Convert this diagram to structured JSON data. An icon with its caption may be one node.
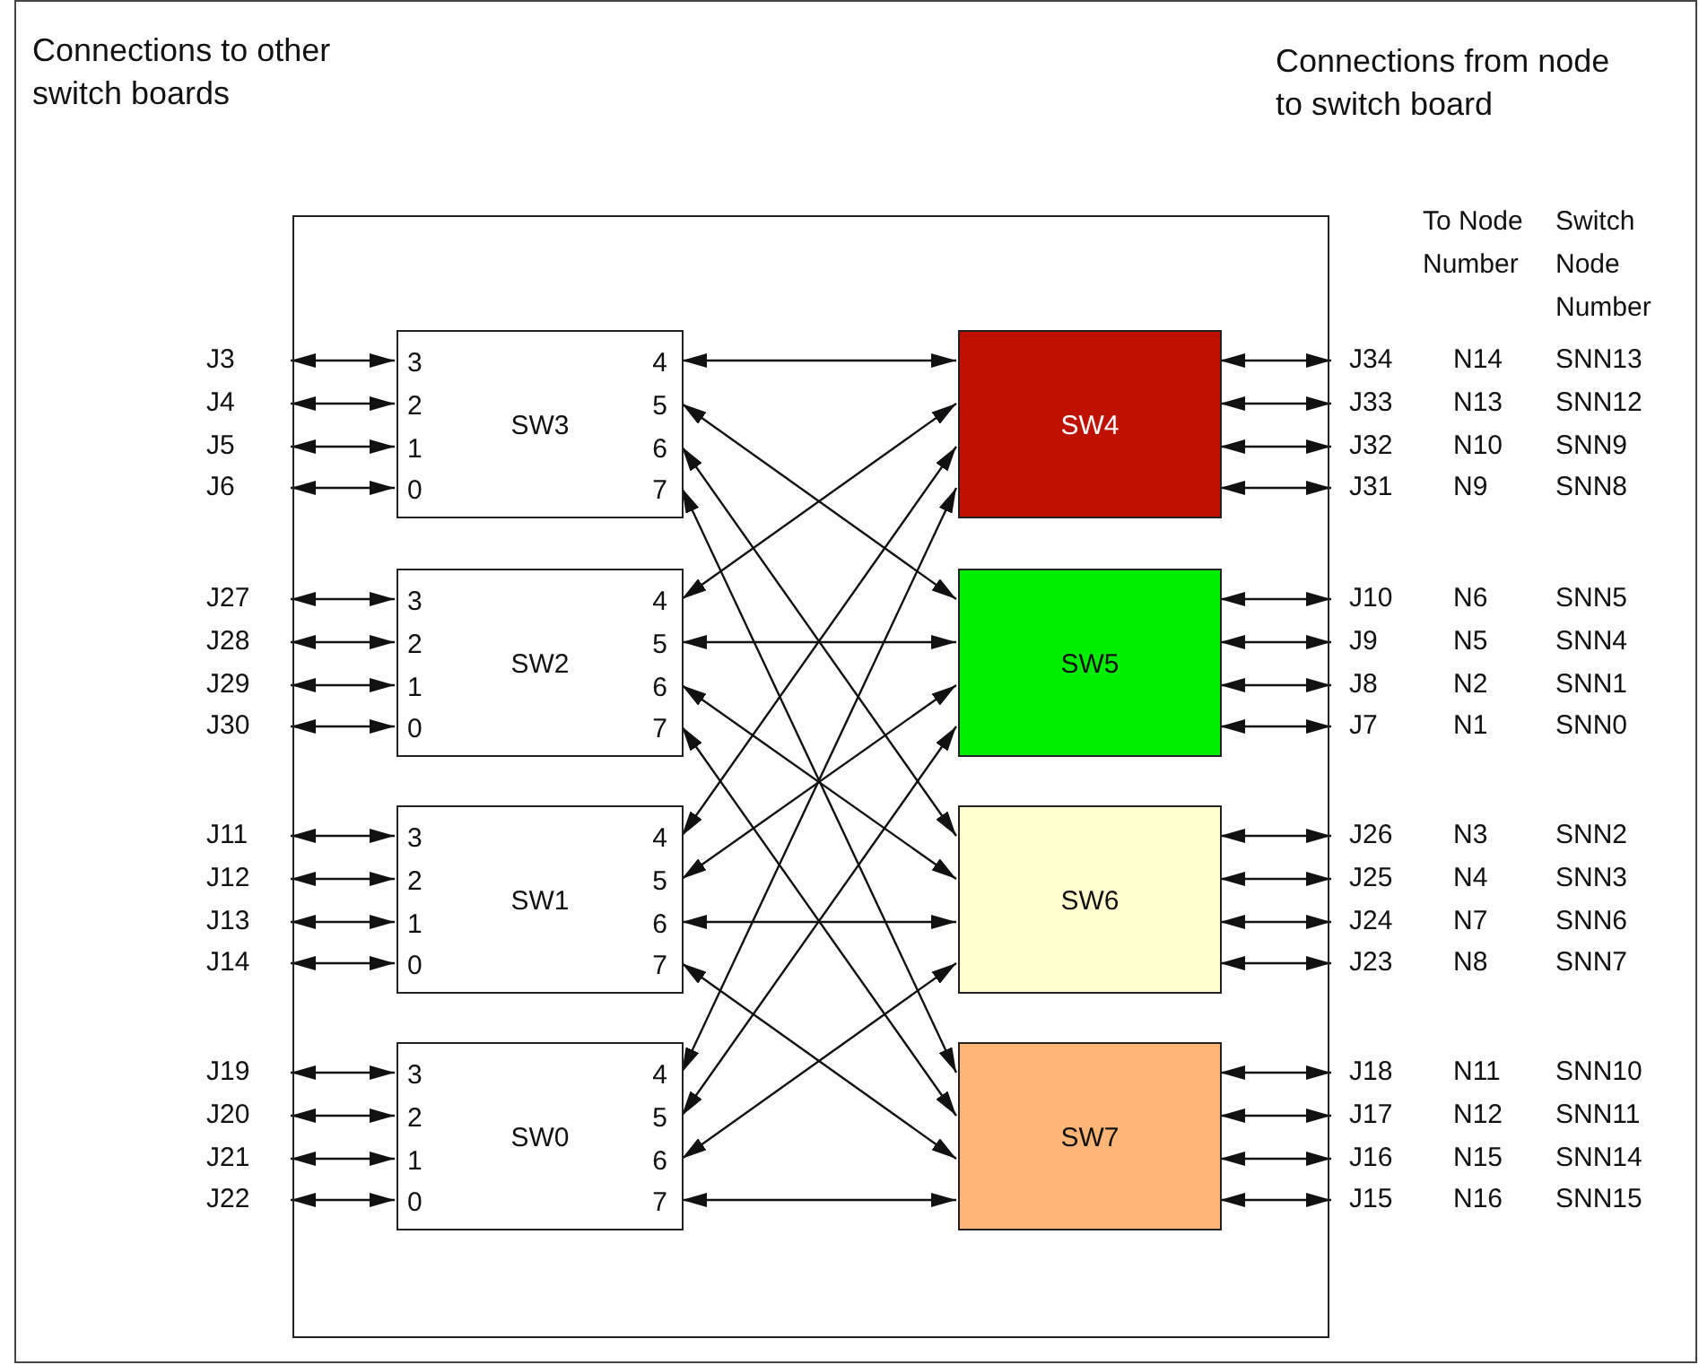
{
  "diagram": {
    "nodes": [
      {
        "text": [],
        "shape": "box"
      },
      {
        "text": [
          "SW3",
          "3",
          "2",
          "1",
          "0",
          "4",
          "5",
          "6",
          "7"
        ],
        "in": 0
      },
      {
        "text": [
          "SW2",
          "3",
          "2",
          "1",
          "0",
          "4",
          "5",
          "6",
          "7"
        ],
        "in": 0
      },
      {
        "text": [
          "SW1",
          "3",
          "2",
          "1",
          "0",
          "4",
          "5",
          "6",
          "7"
        ],
        "in": 0
      },
      {
        "text": [
          "SW0",
          "3",
          "2",
          "1",
          "0",
          "4",
          "5",
          "6",
          "7"
        ],
        "in": 0
      },
      {
        "text": [
          "SW4"
        ],
        "in": 0
      },
      {
        "text": [
          "SW5"
        ],
        "in": 0
      },
      {
        "text": [
          "SW6"
        ],
        "in": 0
      },
      {
        "text": [
          "SW7"
        ],
        "in": 0
      },
      {
        "text": [
          "J3"
        ]
      },
      {
        "text": [
          "J4"
        ]
      },
      {
        "text": [
          "J5"
        ]
      },
      {
        "text": [
          "J6"
        ]
      },
      {
        "text": [
          "J27"
        ]
      },
      {
        "text": [
          "J28"
        ]
      },
      {
        "text": [
          "J29"
        ]
      },
      {
        "text": [
          "J30"
        ]
      },
      {
        "text": [
          "J11"
        ]
      },
      {
        "text": [
          "J12"
        ]
      },
      {
        "text": [
          "J13"
        ]
      },
      {
        "text": [
          "J14"
        ]
      },
      {
        "text": [
          "J19"
        ]
      },
      {
        "text": [
          "J20"
        ]
      },
      {
        "text": [
          "J21"
        ]
      },
      {
        "text": [
          "J22"
        ]
      },
      {
        "text": [
          "J34"
        ]
      },
      {
        "text": [
          "J33"
        ]
      },
      {
        "text": [
          "J32"
        ]
      },
      {
        "text": [
          "J31"
        ]
      },
      {
        "text": [
          "J10"
        ]
      },
      {
        "text": [
          "J9"
        ]
      },
      {
        "text": [
          "J8"
        ]
      },
      {
        "text": [
          "J7"
        ]
      },
      {
        "text": [
          "J26"
        ]
      },
      {
        "text": [
          "J25"
        ]
      },
      {
        "text": [
          "J24"
        ]
      },
      {
        "text": [
          "J23"
        ]
      },
      {
        "text": [
          "J18"
        ]
      },
      {
        "text": [
          "J17"
        ]
      },
      {
        "text": [
          "J16"
        ]
      },
      {
        "text": [
          "J15"
        ]
      }
    ],
    "edges": [
      {
        "from": 9,
        "to": 1,
        "arrow": "both"
      },
      {
        "from": 10,
        "to": 1,
        "arrow": "both"
      },
      {
        "from": 11,
        "to": 1,
        "arrow": "both"
      },
      {
        "from": 12,
        "to": 1,
        "arrow": "both"
      },
      {
        "from": 13,
        "to": 2,
        "arrow": "both"
      },
      {
        "from": 14,
        "to": 2,
        "arrow": "both"
      },
      {
        "from": 15,
        "to": 2,
        "arrow": "both"
      },
      {
        "from": 16,
        "to": 2,
        "arrow": "both"
      },
      {
        "from": 17,
        "to": 3,
        "arrow": "both"
      },
      {
        "from": 18,
        "to": 3,
        "arrow": "both"
      },
      {
        "from": 19,
        "to": 3,
        "arrow": "both"
      },
      {
        "from": 20,
        "to": 3,
        "arrow": "both"
      },
      {
        "from": 21,
        "to": 4,
        "arrow": "both"
      },
      {
        "from": 22,
        "to": 4,
        "arrow": "both"
      },
      {
        "from": 23,
        "to": 4,
        "arrow": "both"
      },
      {
        "from": 24,
        "to": 4,
        "arrow": "both"
      },
      {
        "from": 1,
        "to": 5,
        "arrow": "both"
      },
      {
        "from": 1,
        "to": 6,
        "arrow": "both"
      },
      {
        "from": 1,
        "to": 7,
        "arrow": "both"
      },
      {
        "from": 1,
        "to": 8,
        "arrow": "both"
      },
      {
        "from": 2,
        "to": 5,
        "arrow": "both"
      },
      {
        "from": 2,
        "to": 6,
        "arrow": "both"
      },
      {
        "from": 2,
        "to": 7,
        "arrow": "both"
      },
      {
        "from": 2,
        "to": 8,
        "arrow": "both"
      },
      {
        "from": 3,
        "to": 5,
        "arrow": "both"
      },
      {
        "from": 3,
        "to": 6,
        "arrow": "both"
      },
      {
        "from": 3,
        "to": 7,
        "arrow": "both"
      },
      {
        "from": 3,
        "to": 8,
        "arrow": "both"
      },
      {
        "from": 4,
        "to": 5,
        "arrow": "both"
      },
      {
        "from": 4,
        "to": 6,
        "arrow": "both"
      },
      {
        "from": 4,
        "to": 7,
        "arrow": "both"
      },
      {
        "from": 4,
        "to": 8,
        "arrow": "both"
      },
      {
        "from": 5,
        "to": 25,
        "arrow": "both"
      },
      {
        "from": 5,
        "to": 26,
        "arrow": "both"
      },
      {
        "from": 5,
        "to": 27,
        "arrow": "both"
      },
      {
        "from": 5,
        "to": 28,
        "arrow": "both"
      },
      {
        "from": 6,
        "to": 29,
        "arrow": "both"
      },
      {
        "from": 6,
        "to": 30,
        "arrow": "both"
      },
      {
        "from": 6,
        "to": 31,
        "arrow": "both"
      },
      {
        "from": 6,
        "to": 32,
        "arrow": "both"
      },
      {
        "from": 7,
        "to": 33,
        "arrow": "both"
      },
      {
        "from": 7,
        "to": 34,
        "arrow": "both"
      },
      {
        "from": 7,
        "to": 35,
        "arrow": "both"
      },
      {
        "from": 7,
        "to": 36,
        "arrow": "both"
      },
      {
        "from": 8,
        "to": 37,
        "arrow": "both"
      },
      {
        "from": 8,
        "to": 38,
        "arrow": "both"
      },
      {
        "from": 8,
        "to": 39,
        "arrow": "both"
      },
      {
        "from": 8,
        "to": 40,
        "arrow": "both"
      }
    ],
    "labels": [
      "Connections to other switch boards",
      "Connections from node to switch board",
      "To Node Number",
      "Switch Node Number",
      "N14",
      "SNN13",
      "N13",
      "SNN12",
      "N10",
      "SNN9",
      "N9",
      "SNN8",
      "N6",
      "SNN5",
      "N5",
      "SNN4",
      "N2",
      "SNN1",
      "N1",
      "SNN0",
      "N3",
      "SNN2",
      "N4",
      "SNN3",
      "N7",
      "SNN6",
      "N8",
      "SNN7",
      "N11",
      "SNN10",
      "N12",
      "SNN11",
      "N15",
      "SNN14",
      "N16",
      "SNN15"
    ]
  }
}
